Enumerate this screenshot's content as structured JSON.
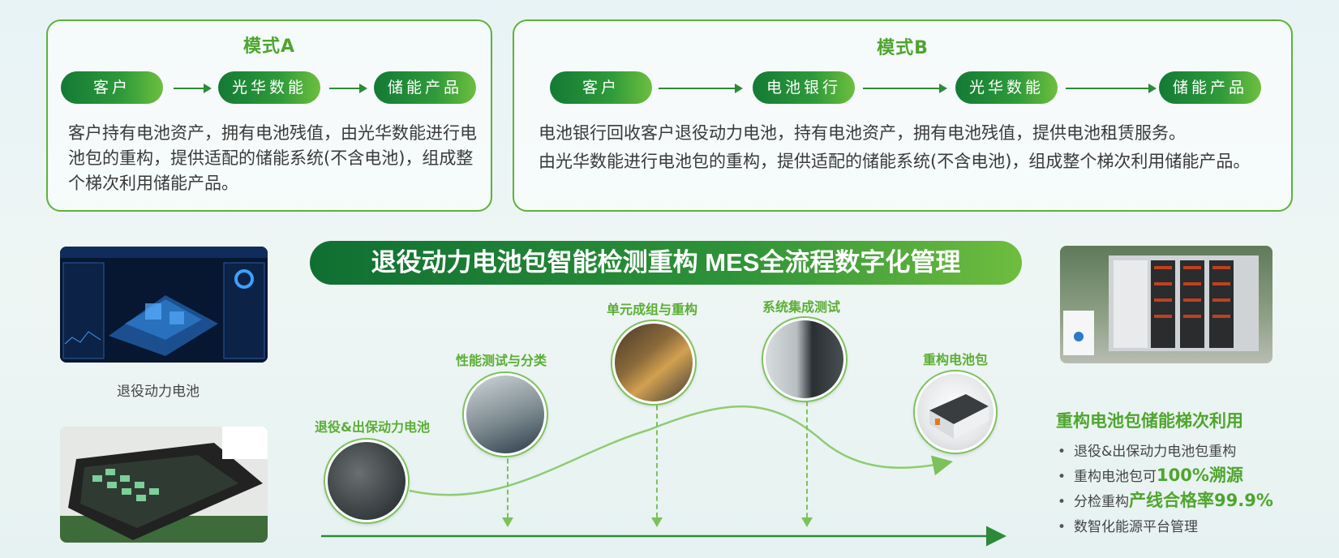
{
  "mode_a": {
    "title": "模式A",
    "steps": [
      "客户",
      "光华数能",
      "储能产品"
    ],
    "desc": "客户持有电池资产，拥有电池残值，由光华数能进行电池包的重构，提供适配的储能系统(不含电池)，组成整个梯次利用储能产品。"
  },
  "mode_b": {
    "title": "模式B",
    "steps": [
      "客户",
      "电池银行",
      "光华数能",
      "储能产品"
    ],
    "desc_line1": "电池银行回收客户退役动力电池，持有电池资产，拥有电池残值，提供电池租赁服务。",
    "desc_line2": "由光华数能进行电池包的重构，提供适配的储能系统(不含电池)，组成整个梯次利用储能产品。"
  },
  "banner": "退役动力电池包智能检测重构  MES全流程数字化管理",
  "left_caption": "退役动力电池",
  "process_steps": [
    {
      "label": "退役&出保动力电池"
    },
    {
      "label": "性能测试与分类"
    },
    {
      "label": "单元成组与重构"
    },
    {
      "label": "系统集成测试"
    },
    {
      "label": "重构电池包"
    }
  ],
  "right_panel": {
    "title": "重构电池包储能梯次利用",
    "bullets": [
      {
        "dot": "•",
        "text": "退役&出保动力电池包重构",
        "highlight": ""
      },
      {
        "dot": "•",
        "text": "重构电池包可",
        "highlight": "100%溯源"
      },
      {
        "dot": "•",
        "text": "分检重构",
        "highlight": "产线合格率99.9%"
      },
      {
        "dot": "•",
        "text": "数智化能源平台管理",
        "highlight": ""
      }
    ]
  },
  "colors": {
    "accent_green": "#4fa52e",
    "dark_green": "#137a35",
    "light_green": "#7cc25a"
  }
}
